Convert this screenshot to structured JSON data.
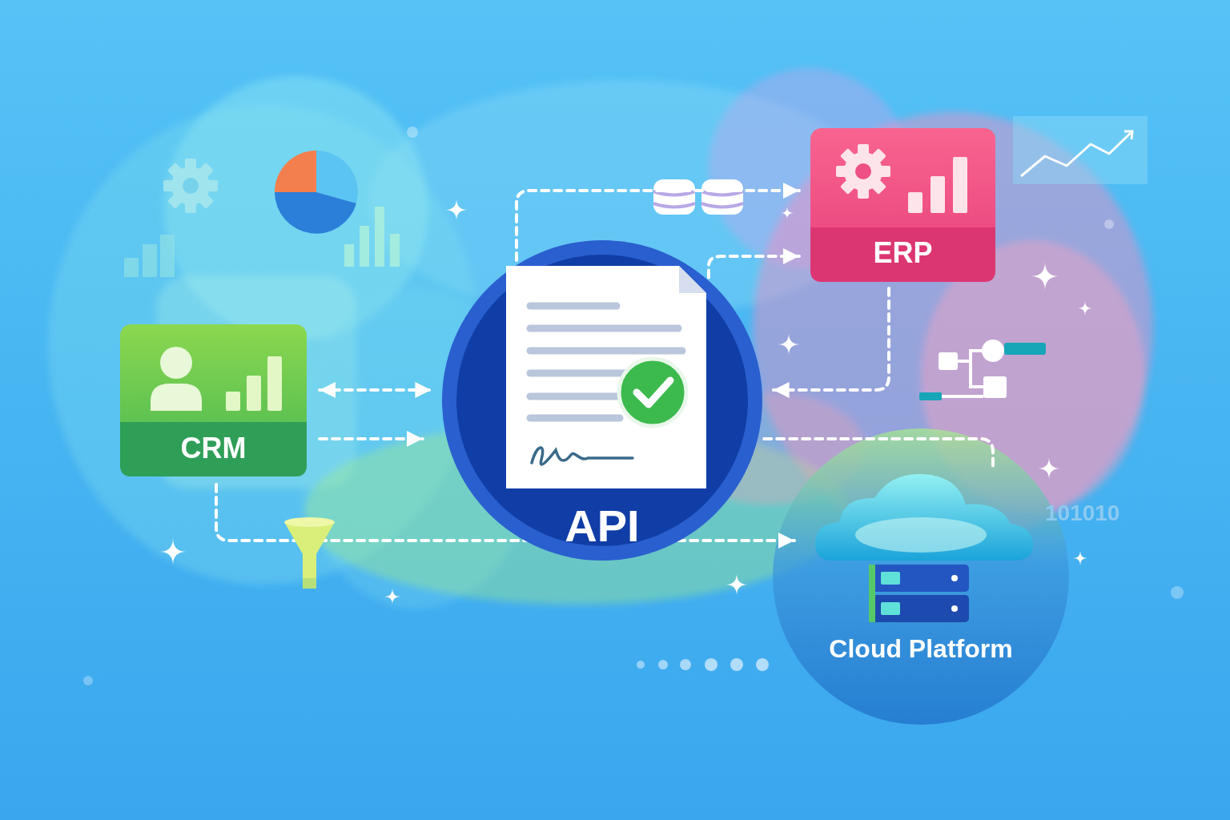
{
  "diagram": {
    "nodes": [
      {
        "text": [
          "CRM"
        ]
      },
      {
        "text": [
          "API"
        ]
      },
      {
        "text": [
          "ERP"
        ]
      },
      {
        "text": [
          "Cloud Platform"
        ]
      }
    ],
    "edges": [
      {
        "from": 0,
        "to": 1,
        "arrow": "both"
      },
      {
        "from": 0,
        "to": 1,
        "arrow": "to"
      },
      {
        "from": 0,
        "to": 3,
        "arrow": "to"
      },
      {
        "from": 1,
        "to": 2,
        "arrow": "to"
      },
      {
        "from": 1,
        "to": 2,
        "arrow": "to"
      },
      {
        "from": 2,
        "to": 1,
        "arrow": "to"
      },
      {
        "from": 1,
        "to": 3,
        "arrow": "none"
      }
    ],
    "labels": [
      "101010"
    ]
  }
}
